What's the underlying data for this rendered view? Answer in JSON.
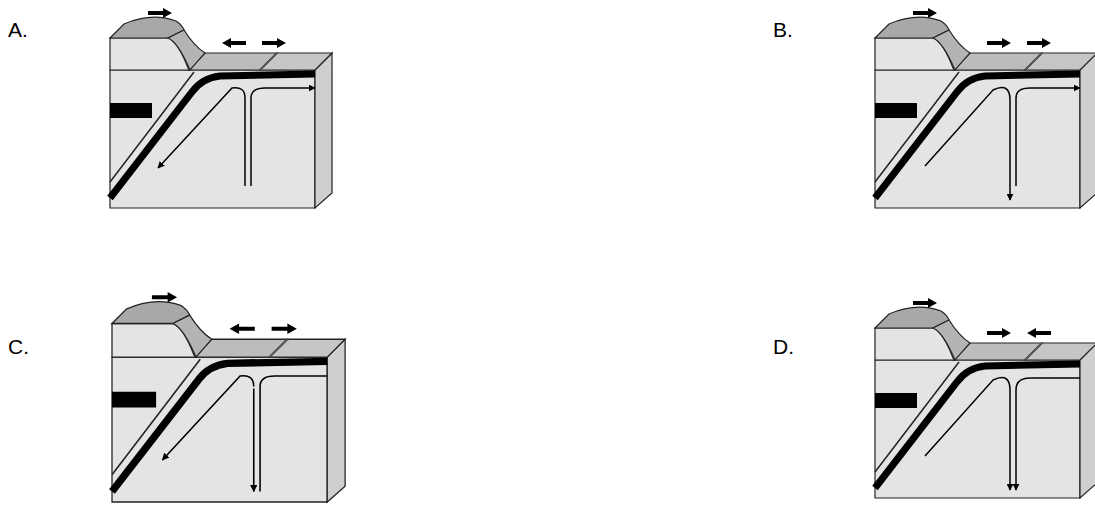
{
  "diagram": {
    "labels": [
      "A.",
      "B.",
      "C.",
      "D."
    ]
  }
}
